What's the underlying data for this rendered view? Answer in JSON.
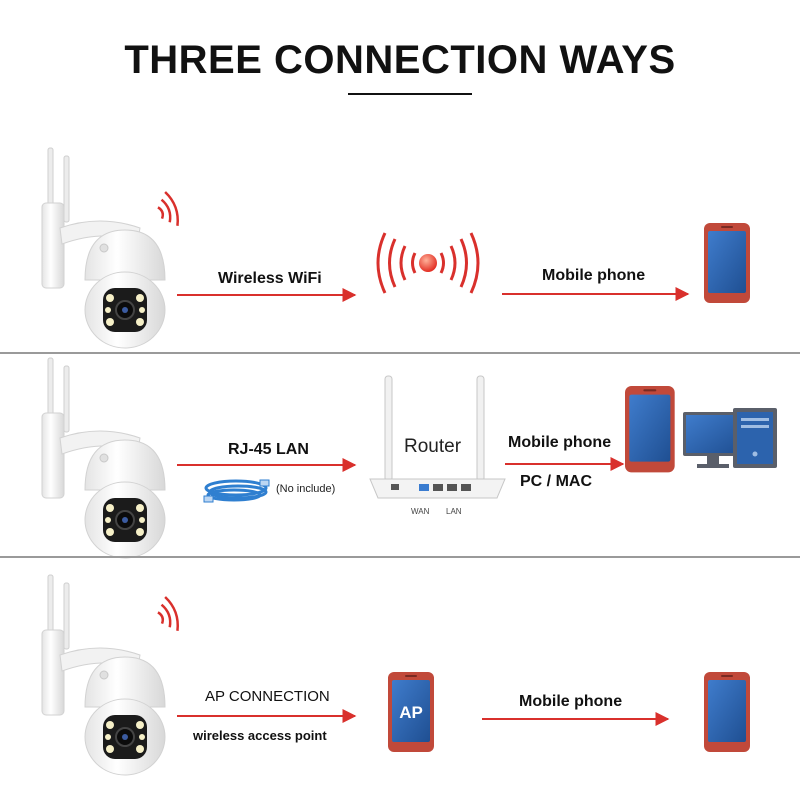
{
  "title": "THREE CONNECTION WAYS",
  "row1": {
    "link_label": "Wireless WiFi",
    "target_label": "Mobile phone"
  },
  "row2": {
    "link_label": "RJ-45 LAN",
    "cable_note": "(No include)",
    "router_label": "Router",
    "wan": "WAN",
    "lan": "LAN",
    "target_label_1": "Mobile phone",
    "target_label_2": "PC / MAC"
  },
  "row3": {
    "link_label": "AP CONNECTION",
    "link_sublabel": "wireless access point",
    "ap_label": "AP",
    "target_label": "Mobile phone"
  },
  "colors": {
    "arrow": "#d9302c",
    "phone_frame": "#c1493a",
    "phone_screen": "#2c63ad",
    "divider": "#9a9a9a",
    "ethernet": "#2f7fd0"
  }
}
